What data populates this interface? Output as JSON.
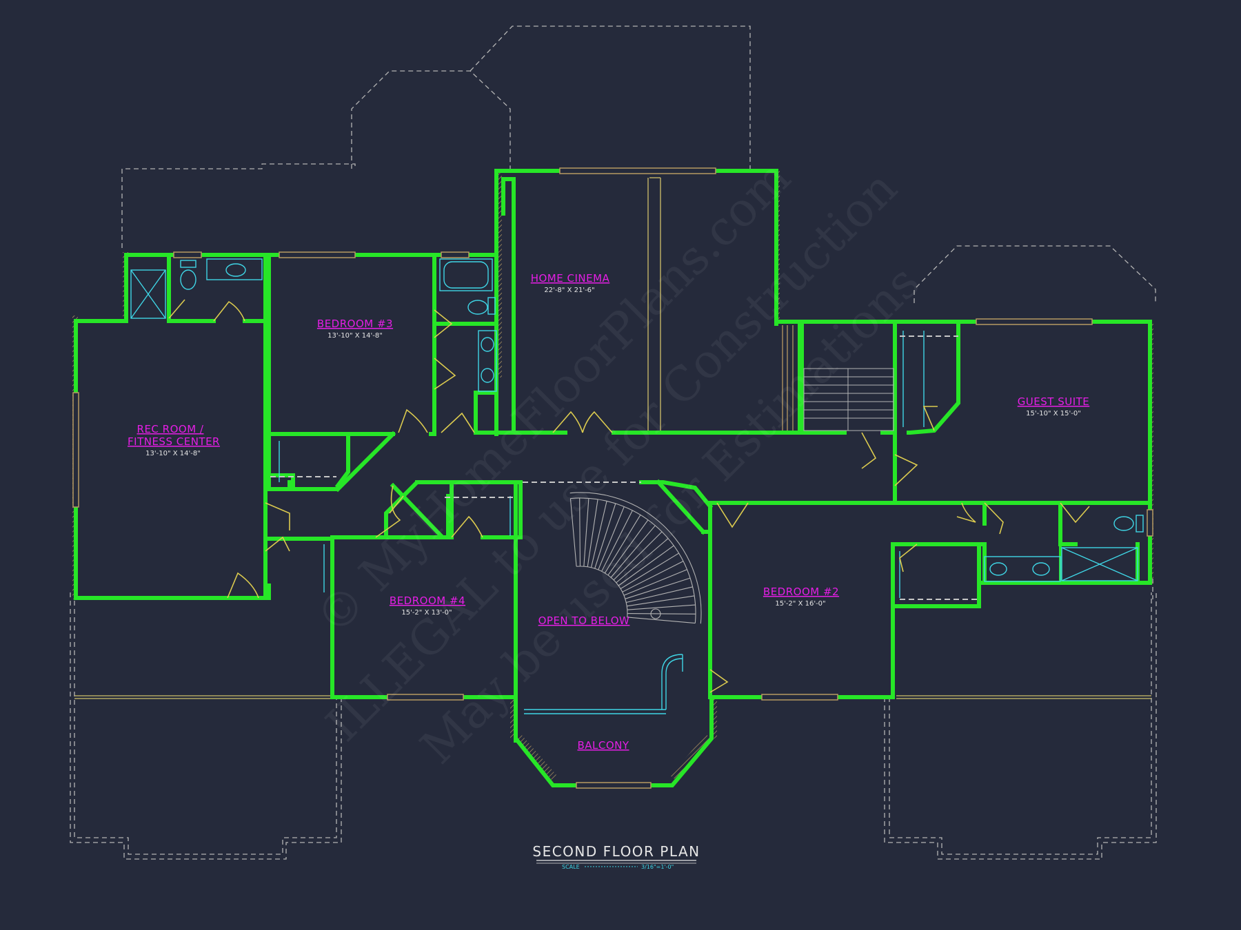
{
  "colors": {
    "background": "#252a3b",
    "wall": "#27e627",
    "wall_hatch": "#b79a63",
    "outline_dashed": "#b4b4b4",
    "fixture": "#3fd6e6",
    "door": "#dccb4f",
    "label": "#e61ee6",
    "dimension_text": "#e6e6e6"
  },
  "rooms": [
    {
      "id": "rec-room",
      "name_line1": "REC ROOM /",
      "name_line2": "FITNESS CENTER",
      "dims": "13'-10\" X 14'-8\""
    },
    {
      "id": "bedroom-3",
      "name_line1": "BEDROOM #3",
      "dims": "13'-10\" X 14'-8\""
    },
    {
      "id": "home-cinema",
      "name_line1": "HOME CINEMA",
      "dims": "22'-8\" X 21'-6\""
    },
    {
      "id": "guest-suite",
      "name_line1": "GUEST SUITE",
      "dims": "15'-10\" X 15'-0\""
    },
    {
      "id": "bedroom-4",
      "name_line1": "BEDROOM #4",
      "dims": "15'-2\" X 13'-0\""
    },
    {
      "id": "open-to-below",
      "name_line1": "OPEN TO BELOW"
    },
    {
      "id": "bedroom-2",
      "name_line1": "BEDROOM #2",
      "dims": "15'-2\" X 16'-0\""
    },
    {
      "id": "balcony",
      "name_line1": "BALCONY"
    }
  ],
  "title": {
    "text": "SECOND FLOOR PLAN",
    "scale_label": "SCALE",
    "scale_value": "3/16\"=1'-0\""
  },
  "watermark": {
    "line1": "© MyHomeFloorPlans.com",
    "line2": "ILLEGAL to use for Construction",
    "line3": "May be used for Estimations"
  }
}
